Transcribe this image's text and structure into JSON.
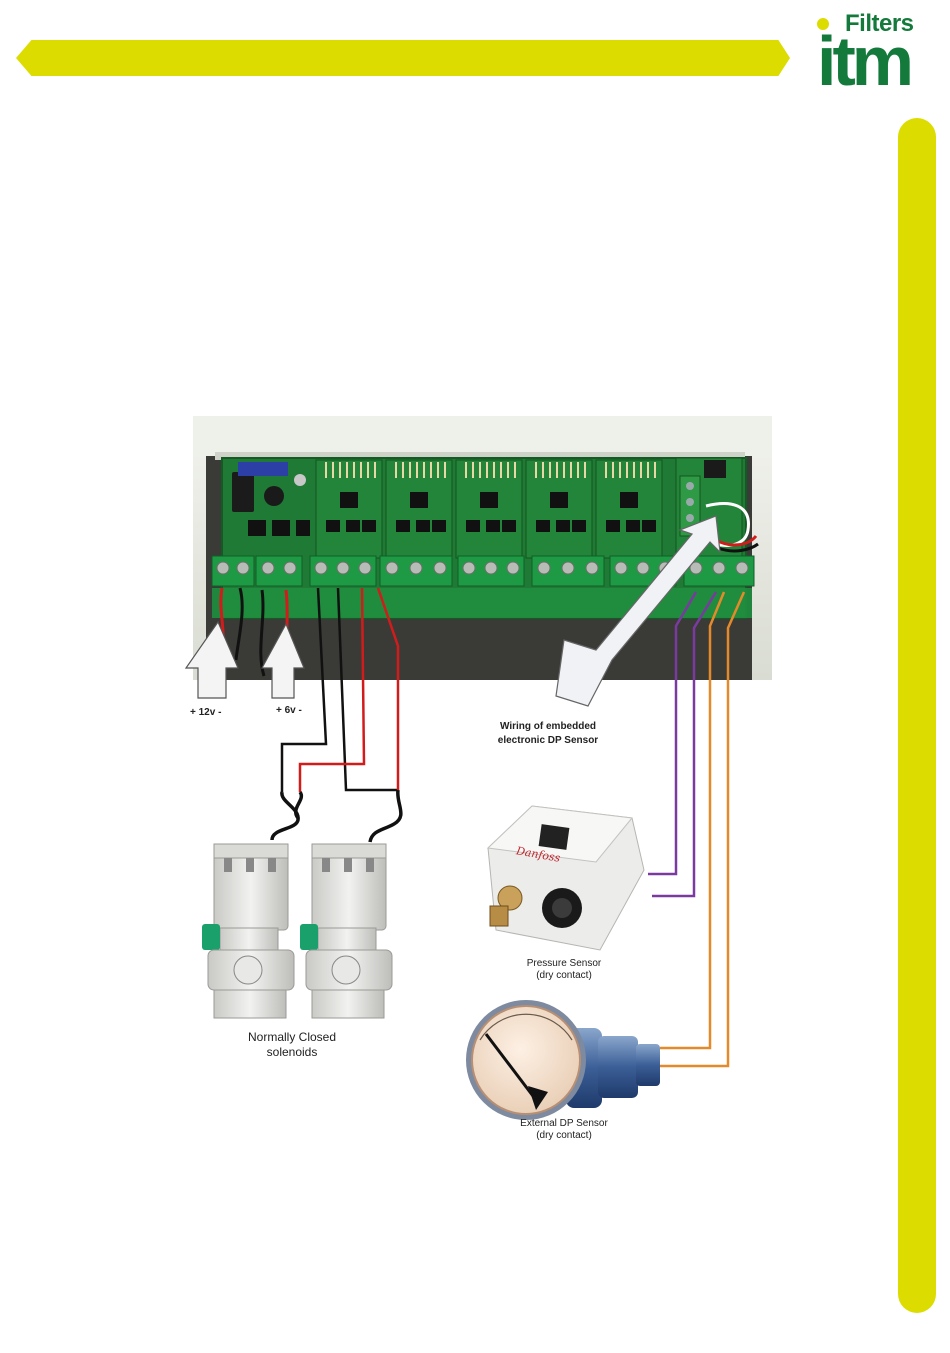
{
  "brand": {
    "logo_top": "Filters",
    "logo_main": "itm",
    "yellow": "#dcdc00",
    "green": "#137a3c"
  },
  "diagram": {
    "supply_12v_label": "+ 12v -",
    "supply_6v_label": "+ 6v -",
    "embedded_sensor_label_line1": "Wiring of embedded",
    "embedded_sensor_label_line2": "electronic DP Sensor",
    "solenoids_label_line1": "Normally Closed",
    "solenoids_label_line2": "solenoids",
    "pressure_sensor_label_line1": "Pressure Sensor",
    "pressure_sensor_label_line2": "(dry contact)",
    "external_sensor_label_line1": "External DP Sensor",
    "external_sensor_label_line2": "(dry contact)",
    "pressure_sensor_brand": "Danfoss"
  }
}
